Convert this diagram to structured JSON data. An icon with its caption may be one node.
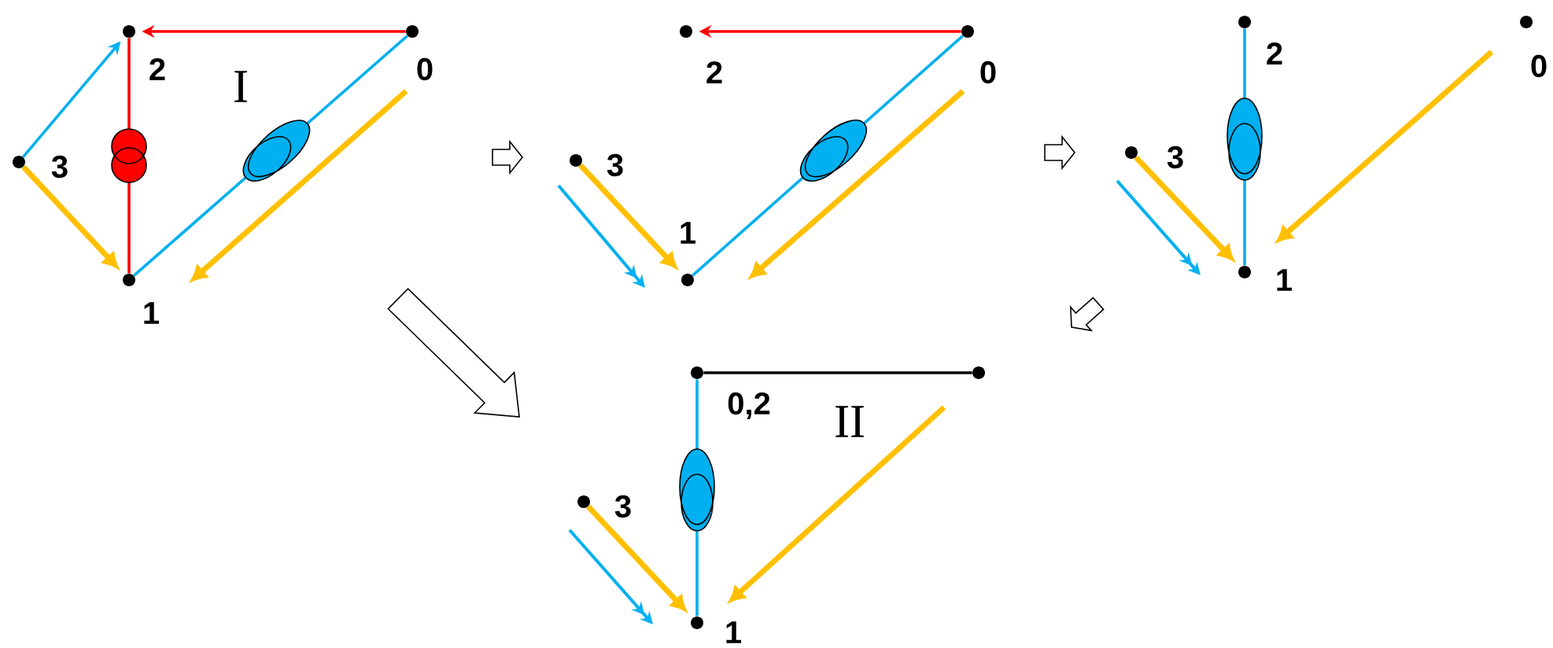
{
  "diagram": {
    "nodes": [
      {
        "text": [],
        "shape": "circle",
        "beside": [
          "2"
        ]
      },
      {
        "text": [],
        "shape": "circle",
        "beside": [
          "0"
        ]
      },
      {
        "text": [],
        "shape": "circle",
        "beside": [
          "3"
        ]
      },
      {
        "text": [],
        "shape": "circle",
        "beside": [
          "1"
        ]
      },
      {
        "text": [],
        "shape": "circle",
        "beside": [
          "2"
        ]
      },
      {
        "text": [],
        "shape": "circle",
        "beside": [
          "0"
        ]
      },
      {
        "text": [],
        "shape": "circle",
        "beside": [
          "3"
        ]
      },
      {
        "text": [],
        "shape": "circle",
        "beside": [
          "1"
        ]
      },
      {
        "text": [],
        "shape": "circle",
        "beside": [
          "2"
        ]
      },
      {
        "text": [],
        "shape": "circle",
        "beside": [
          "0"
        ]
      },
      {
        "text": [],
        "shape": "circle",
        "beside": [
          "3"
        ]
      },
      {
        "text": [],
        "shape": "circle",
        "beside": [
          "1"
        ]
      },
      {
        "text": [],
        "shape": "circle",
        "beside": [
          "0,2"
        ]
      },
      {
        "text": [],
        "shape": "circle"
      },
      {
        "text": [],
        "shape": "circle",
        "beside": [
          "3"
        ]
      },
      {
        "text": [],
        "shape": "circle",
        "beside": [
          "1"
        ]
      }
    ],
    "edges": [
      {
        "from": 1,
        "to": 0,
        "arrow": "to",
        "color": "#ff0000"
      },
      {
        "from": 0,
        "to": 3,
        "arrow": "none",
        "color": "#ff0000"
      },
      {
        "from": 1,
        "to": 3,
        "arrow": "none",
        "color": "#00b0f0"
      },
      {
        "from": 2,
        "to": 0,
        "arrow": "to",
        "color": "#00b0f0"
      },
      {
        "from": 2,
        "to": 3,
        "arrow": "to",
        "style": "thick",
        "color": "#ffc000"
      },
      {
        "from": 5,
        "to": 4,
        "arrow": "to",
        "color": "#ff0000"
      },
      {
        "from": 5,
        "to": 7,
        "arrow": "none",
        "color": "#00b0f0"
      },
      {
        "from": 6,
        "to": 7,
        "arrow": "to",
        "style": "thick",
        "color": "#ffc000"
      },
      {
        "from": 8,
        "to": 11,
        "arrow": "none",
        "color": "#00b0f0"
      },
      {
        "from": 10,
        "to": 11,
        "arrow": "to",
        "style": "thick",
        "color": "#ffc000"
      },
      {
        "from": 12,
        "to": 13,
        "arrow": "none",
        "color": "#000000"
      },
      {
        "from": 12,
        "to": 15,
        "arrow": "none",
        "color": "#00b0f0"
      },
      {
        "from": 14,
        "to": 15,
        "arrow": "to",
        "style": "thick",
        "color": "#ffc000"
      }
    ],
    "labels": [
      "I",
      "II"
    ]
  }
}
